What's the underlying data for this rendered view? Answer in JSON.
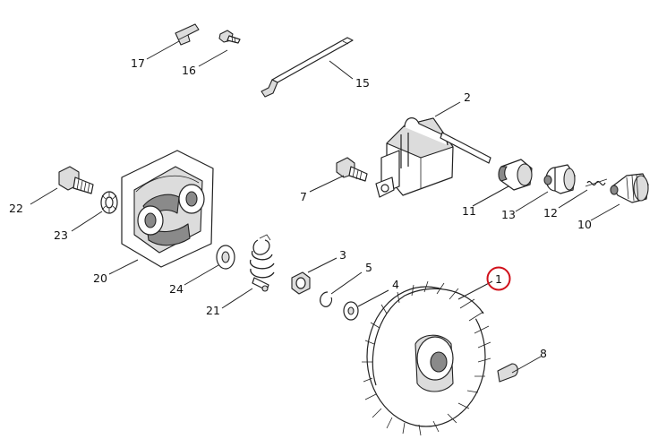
{
  "diagram": {
    "callouts": [
      {
        "id": "c1",
        "text": "1",
        "highlighted": true
      },
      {
        "id": "c2",
        "text": "2"
      },
      {
        "id": "c3",
        "text": "3"
      },
      {
        "id": "c4",
        "text": "4"
      },
      {
        "id": "c5",
        "text": "5"
      },
      {
        "id": "c7",
        "text": "7"
      },
      {
        "id": "c8",
        "text": "8"
      },
      {
        "id": "c10",
        "text": "10"
      },
      {
        "id": "c11",
        "text": "11"
      },
      {
        "id": "c12",
        "text": "12"
      },
      {
        "id": "c13",
        "text": "13"
      },
      {
        "id": "c15",
        "text": "15"
      },
      {
        "id": "c16",
        "text": "16"
      },
      {
        "id": "c17",
        "text": "17"
      },
      {
        "id": "c20",
        "text": "20"
      },
      {
        "id": "c21",
        "text": "21"
      },
      {
        "id": "c22",
        "text": "22"
      },
      {
        "id": "c23",
        "text": "23"
      },
      {
        "id": "c24",
        "text": "24"
      }
    ],
    "highlight_color": "#d0101a"
  }
}
